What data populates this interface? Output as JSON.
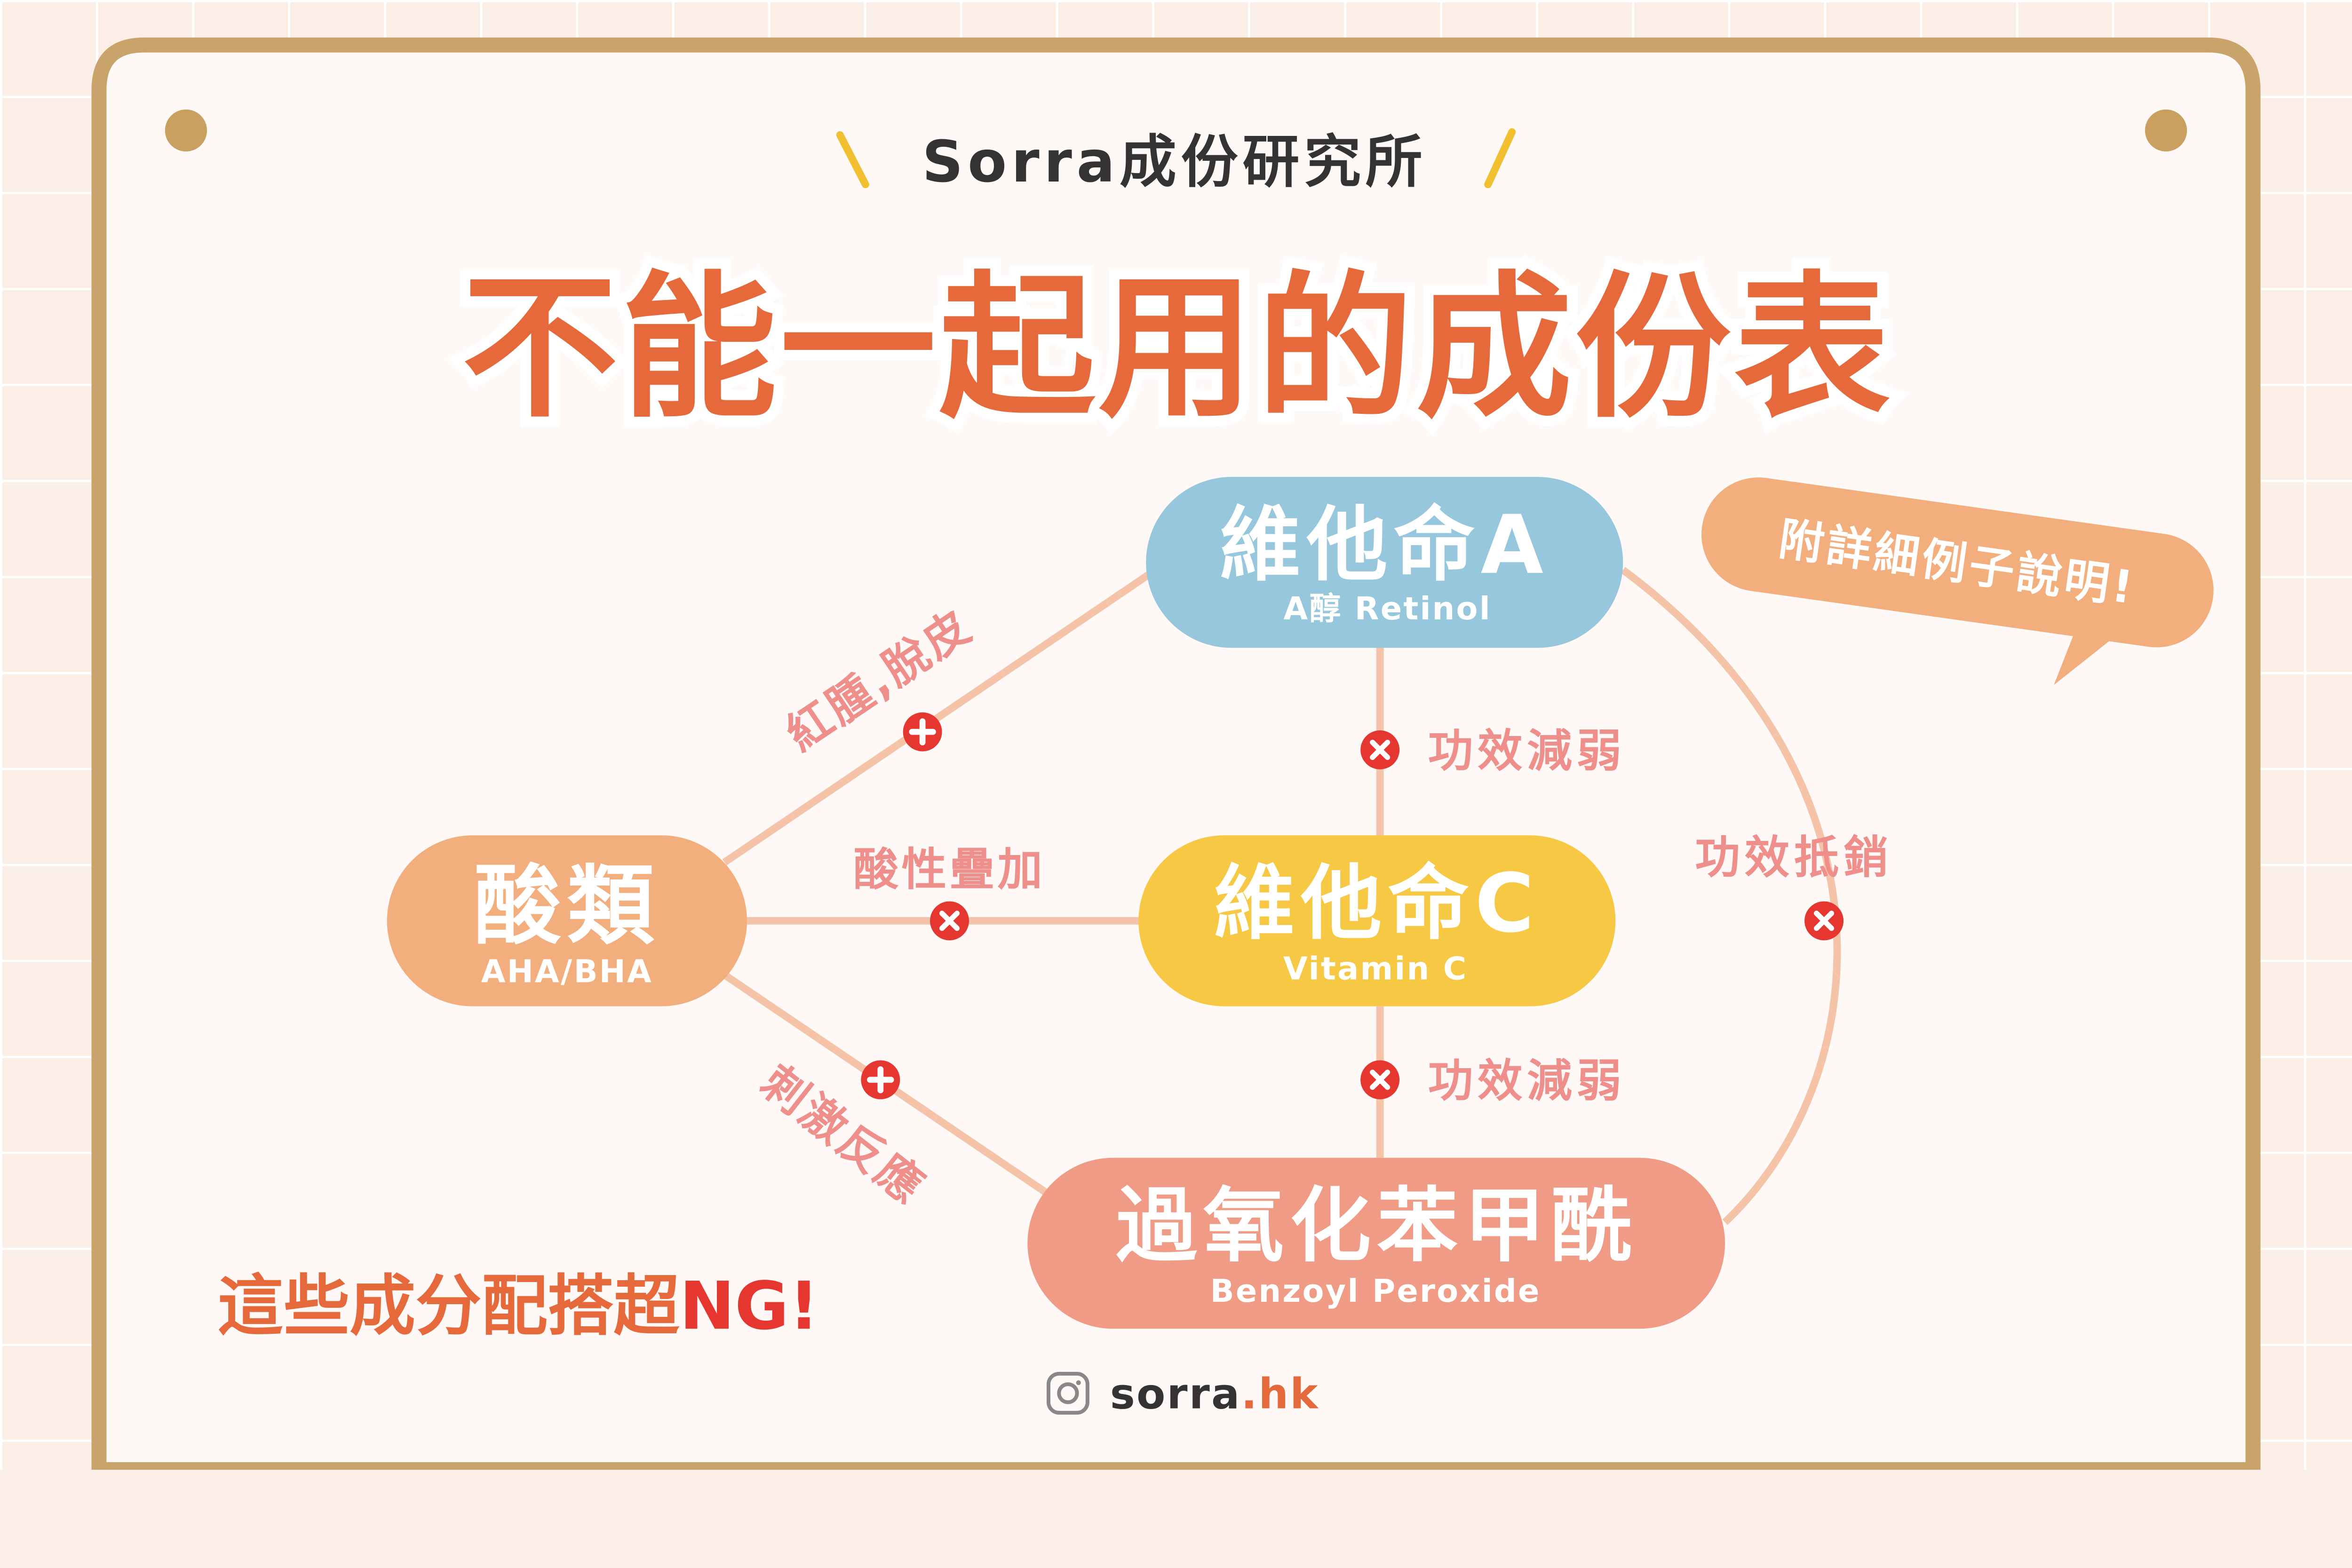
{
  "header": {
    "brand": "Sorra成份研究所"
  },
  "title": "不能一起用的成份表",
  "callout": "附詳細例子說明!",
  "nodes": {
    "vitamin_a": {
      "title": "維他命A",
      "subtitle": "A醇 Retinol",
      "color": "#96c7dc"
    },
    "vitamin_c": {
      "title": "維他命C",
      "subtitle": "Vitamin C",
      "color": "#f7c843"
    },
    "acids": {
      "title": "酸類",
      "subtitle": "AHA/BHA",
      "color": "#f2ae7c"
    },
    "bpo": {
      "title": "過氧化苯甲酰",
      "subtitle": "Benzoyl Peroxide",
      "color": "#f09b86"
    }
  },
  "edges": [
    {
      "from": "acids",
      "to": "vitamin_a",
      "label": "紅腫,脫皮",
      "marker": "plus-icon"
    },
    {
      "from": "acids",
      "to": "vitamin_c",
      "label": "酸性疊加",
      "marker": "x-icon"
    },
    {
      "from": "acids",
      "to": "bpo",
      "label": "刺激反應",
      "marker": "plus-icon"
    },
    {
      "from": "vitamin_a",
      "to": "vitamin_c",
      "label": "功效減弱",
      "marker": "x-icon"
    },
    {
      "from": "vitamin_c",
      "to": "bpo",
      "label": "功效減弱",
      "marker": "x-icon"
    },
    {
      "from": "vitamin_a",
      "to": "bpo",
      "label": "功效抵銷",
      "marker": "x-icon"
    }
  ],
  "footer_note": {
    "main": "這些成分配搭超",
    "emphasis": "NG!"
  },
  "social": {
    "icon": "instagram-icon",
    "handle": "sorra",
    "domain": ".hk"
  },
  "colors": {
    "accent": "#e5693a",
    "marker": "#e5372f",
    "edge": "#f5c4a8",
    "edge_label": "#ee8f8c",
    "frame": "#c9a46a"
  }
}
